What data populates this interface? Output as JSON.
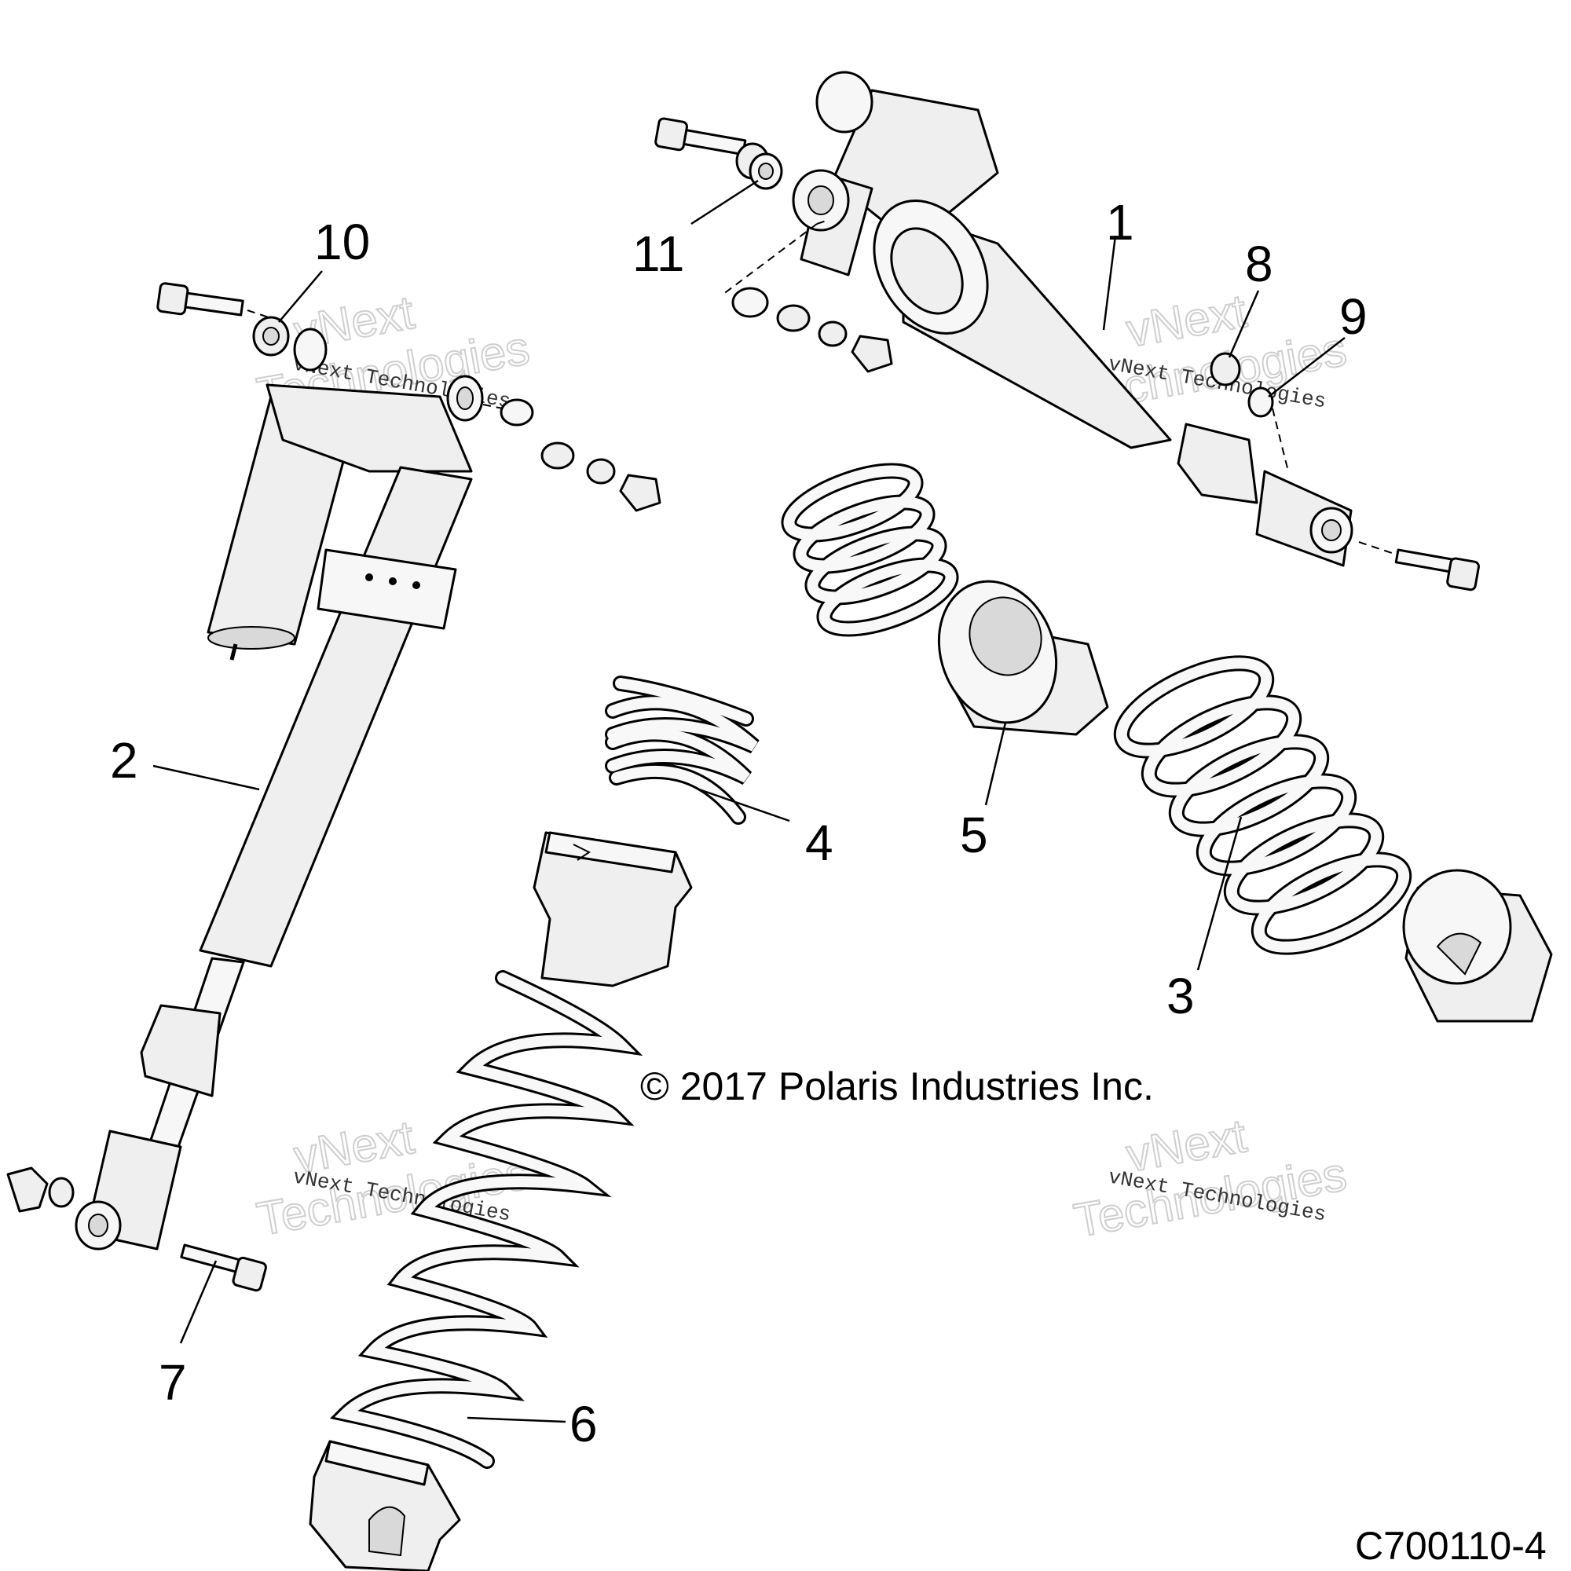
{
  "callouts": {
    "c1": "1",
    "c2": "2",
    "c3": "3",
    "c4": "4",
    "c5": "5",
    "c6": "6",
    "c7": "7",
    "c8": "8",
    "c9": "9",
    "c10": "10",
    "c11": "11"
  },
  "copyright": "© 2017 Polaris Industries Inc.",
  "figure_id": "C700110-4",
  "watermark": {
    "small": "vNext Technologies",
    "big_line1": "vNext",
    "big_line2": "Technologies"
  }
}
